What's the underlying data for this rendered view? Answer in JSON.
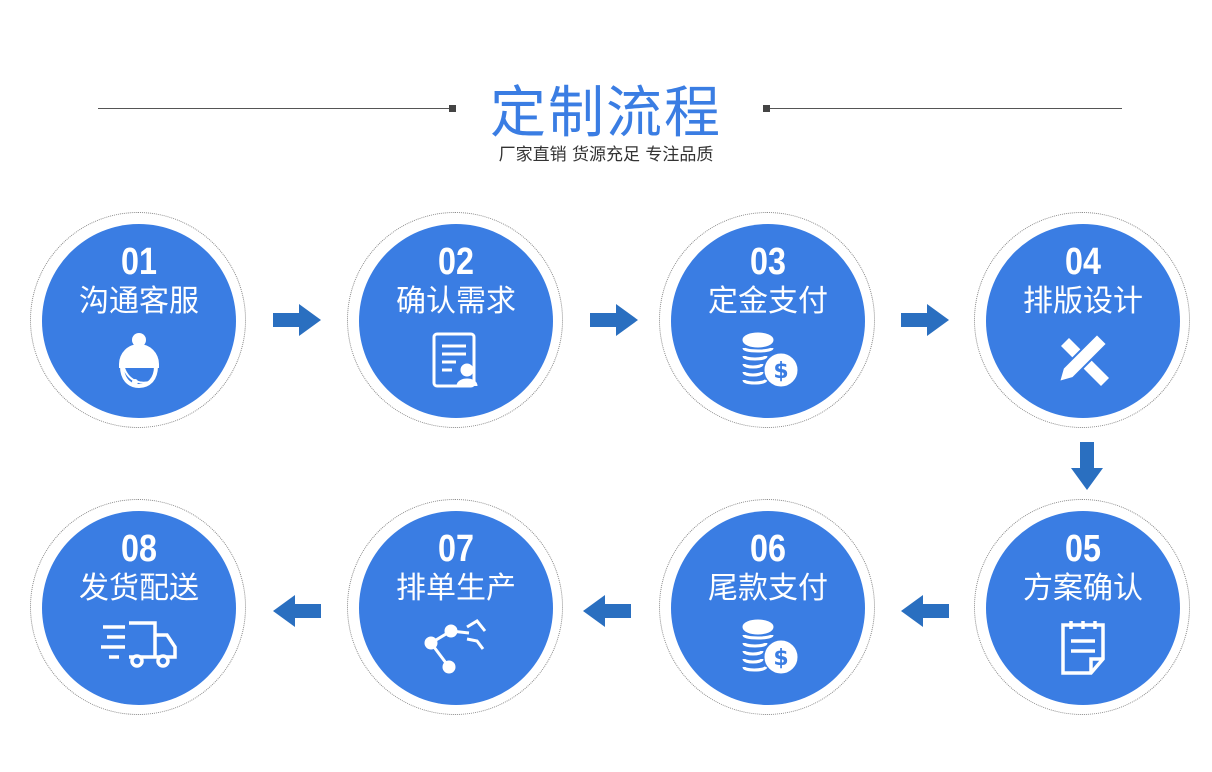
{
  "header": {
    "title": "定制流程",
    "subtitle": "厂家直销 货源充足 专注品质"
  },
  "colors": {
    "circle": "#3a7de3",
    "arrow": "#2a6fc0"
  },
  "steps": [
    {
      "num": "01",
      "label": "沟通客服",
      "icon": "customer-service-icon"
    },
    {
      "num": "02",
      "label": "确认需求",
      "icon": "document-user-icon"
    },
    {
      "num": "03",
      "label": "定金支付",
      "icon": "coins-dollar-icon"
    },
    {
      "num": "04",
      "label": "排版设计",
      "icon": "ruler-pencil-icon"
    },
    {
      "num": "05",
      "label": "方案确认",
      "icon": "notepad-icon"
    },
    {
      "num": "06",
      "label": "尾款支付",
      "icon": "coins-dollar-icon"
    },
    {
      "num": "07",
      "label": "排单生产",
      "icon": "robot-arm-icon"
    },
    {
      "num": "08",
      "label": "发货配送",
      "icon": "delivery-truck-icon"
    }
  ]
}
